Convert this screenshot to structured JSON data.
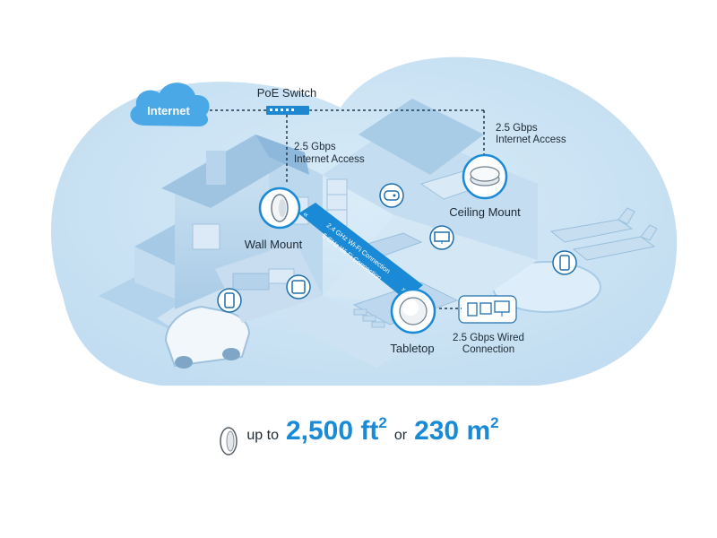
{
  "labels": {
    "internet": "Internet",
    "poe_switch": "PoE Switch",
    "wall_speed_1": "2.5 Gbps",
    "wall_speed_2": "Internet Access",
    "ceiling_speed_1": "2.5 Gbps",
    "ceiling_speed_2": "Internet Access",
    "wall_mount": "Wall Mount",
    "ceiling_mount": "Ceiling Mount",
    "tabletop": "Tabletop",
    "wifi_24": "2.4 GHz Wi-Fi Connection",
    "wifi_5": "5 GHz Wi-Fi Connection",
    "wired_1": "2.5 Gbps Wired",
    "wired_2": "Connection"
  },
  "coverage": {
    "prefix": "up to",
    "area_ft": "2,500 ft",
    "ft_sup": "2",
    "or": "or",
    "area_m": "230 m",
    "m_sup": "2"
  },
  "colors": {
    "accent": "#1a8ad6",
    "cloud": "#4aa8e6",
    "backdrop": "#cfe5f5",
    "house": "#b8d7ee",
    "dashed_line": "#1f3a52"
  }
}
